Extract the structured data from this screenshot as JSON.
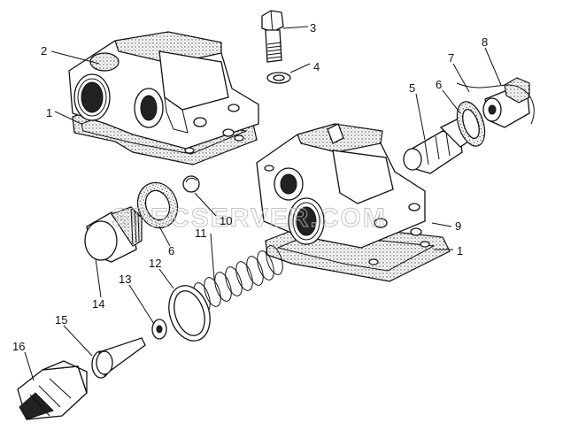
{
  "diagram": {
    "callouts": [
      "1",
      "2",
      "3",
      "4",
      "5",
      "6",
      "7",
      "8",
      "9",
      "10",
      "11",
      "12",
      "13",
      "14",
      "15",
      "16",
      "1",
      "6"
    ],
    "watermark": "SPECSERVER.COM"
  }
}
